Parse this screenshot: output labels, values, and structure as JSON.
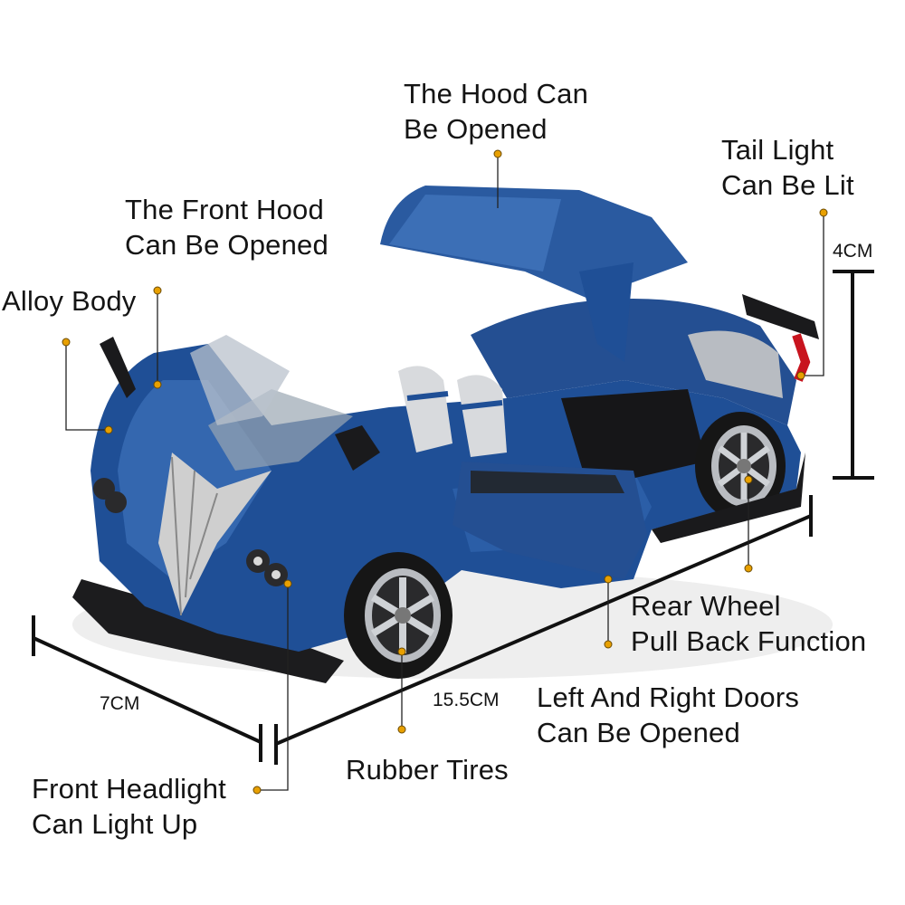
{
  "callouts": {
    "hood": [
      "The Hood Can",
      "Be Opened"
    ],
    "front_hood": [
      "The Front Hood",
      "Can Be Opened"
    ],
    "tail_light": [
      "Tail Light",
      "Can Be Lit"
    ],
    "alloy_body": "Alloy Body",
    "rear_wheel": [
      "Rear Wheel",
      "Pull Back Function"
    ],
    "doors": [
      "Left And Right Doors",
      "Can Be Opened"
    ],
    "tires": "Rubber Tires",
    "headlight": [
      "Front Headlight",
      "Can Light Up"
    ]
  },
  "dimensions": {
    "height": "4CM",
    "width": "7CM",
    "length": "15.5CM"
  },
  "colors": {
    "body_blue": "#1f4f96",
    "body_highlight": "#4a82c8",
    "dark_trim": "#1a1a1c",
    "callout_dot": "#e8a000",
    "tail_red": "#c8141e"
  }
}
